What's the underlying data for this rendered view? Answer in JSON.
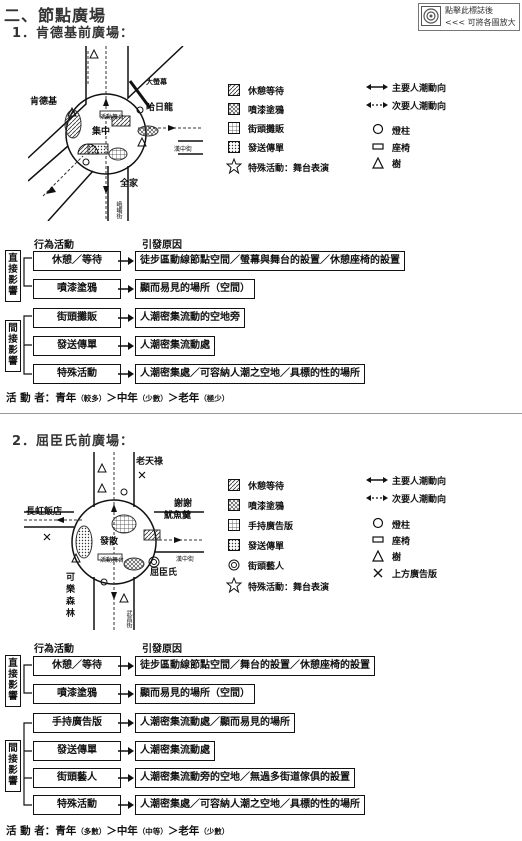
{
  "header": {
    "title": "二、節點廣場",
    "zoom_line1": "點擊此標誌後",
    "zoom_line2": "<<< 可將各圖放大"
  },
  "legend": {
    "rest": "休憩等待",
    "graffiti": "噴漆塗鴉",
    "street_vendor": "街頭攤販",
    "flyer": "發送傳單",
    "special": "特殊活動：舞台表演",
    "handheld_ad": "手持廣告版",
    "street_artist": "街頭藝人",
    "main_flow": "主要人潮動向",
    "secondary_flow": "次要人潮動向",
    "lamp": "燈柱",
    "bench": "座椅",
    "tree": "樹",
    "overhead_ad": "上方廣告版"
  },
  "section1": {
    "title": "1．肯德基前廣場：",
    "map": {
      "kfc": "肯德基",
      "big_screen": "大螢幕",
      "hello_kitty": "哈日龍",
      "center": "集中",
      "stage": "活動舞台",
      "familymart": "全家",
      "street_h": "漢中街",
      "street_v": "峨嵋街"
    },
    "col_activity": "行為活動",
    "col_cause": "引發原因",
    "direct": "直接影響",
    "indirect": "間接影響",
    "rows": [
      {
        "activity": "休憩／等待",
        "cause": "徒步區動線節點空間／螢幕與舞台的設置／休憩座椅的設置"
      },
      {
        "activity": "噴漆塗鴉",
        "cause": "顯而易見的場所（空間）"
      },
      {
        "activity": "街頭攤販",
        "cause": "人潮密集流動的空地旁"
      },
      {
        "activity": "發送傳單",
        "cause": "人潮密集流動處"
      },
      {
        "activity": "特殊活動",
        "cause": "人潮密集處／可容納人潮之空地／具標的性的場所"
      }
    ],
    "actors_label": "活 動 者：",
    "youth": "青年",
    "youth_q": "（較多）",
    "middle": "中年",
    "middle_q": "（少數）",
    "elder": "老年",
    "elder_q": "（極少）",
    "gt": "＞"
  },
  "section2": {
    "title": "2．屈臣氏前廣場：",
    "map": {
      "laotianlu": "老天祿",
      "changhong": "長虹飯店",
      "xiexie": "謝謝",
      "xiexie2": "魷魚羹",
      "disperse": "發散",
      "stage": "活動舞台",
      "kele": "可",
      "kele2": "樂",
      "kele3": "森",
      "kele4": "林",
      "watsons": "屈臣氏",
      "street_h": "漢中街",
      "street_v": "武昌街"
    },
    "col_activity": "行為活動",
    "col_cause": "引發原因",
    "direct": "直接影響",
    "indirect": "間接影響",
    "rows": [
      {
        "activity": "休憩／等待",
        "cause": "徒步區動線節點空間／舞台的設置／休憩座椅的設置"
      },
      {
        "activity": "噴漆塗鴉",
        "cause": "顯而易見的場所（空間）"
      },
      {
        "activity": "手持廣告版",
        "cause": "人潮密集流動處／顯而易見的場所"
      },
      {
        "activity": "發送傳單",
        "cause": "人潮密集流動處"
      },
      {
        "activity": "街頭藝人",
        "cause": "人潮密集流動旁的空地／無過多街道傢俱的設置"
      },
      {
        "activity": "特殊活動",
        "cause": "人潮密集處／可容納人潮之空地／具標的性的場所"
      }
    ],
    "actors_label": "活 動 者：",
    "youth": "青年",
    "youth_q": "（多數）",
    "middle": "中年",
    "middle_q": "（中等）",
    "elder": "老年",
    "elder_q": "（少數）",
    "gt": "＞"
  }
}
